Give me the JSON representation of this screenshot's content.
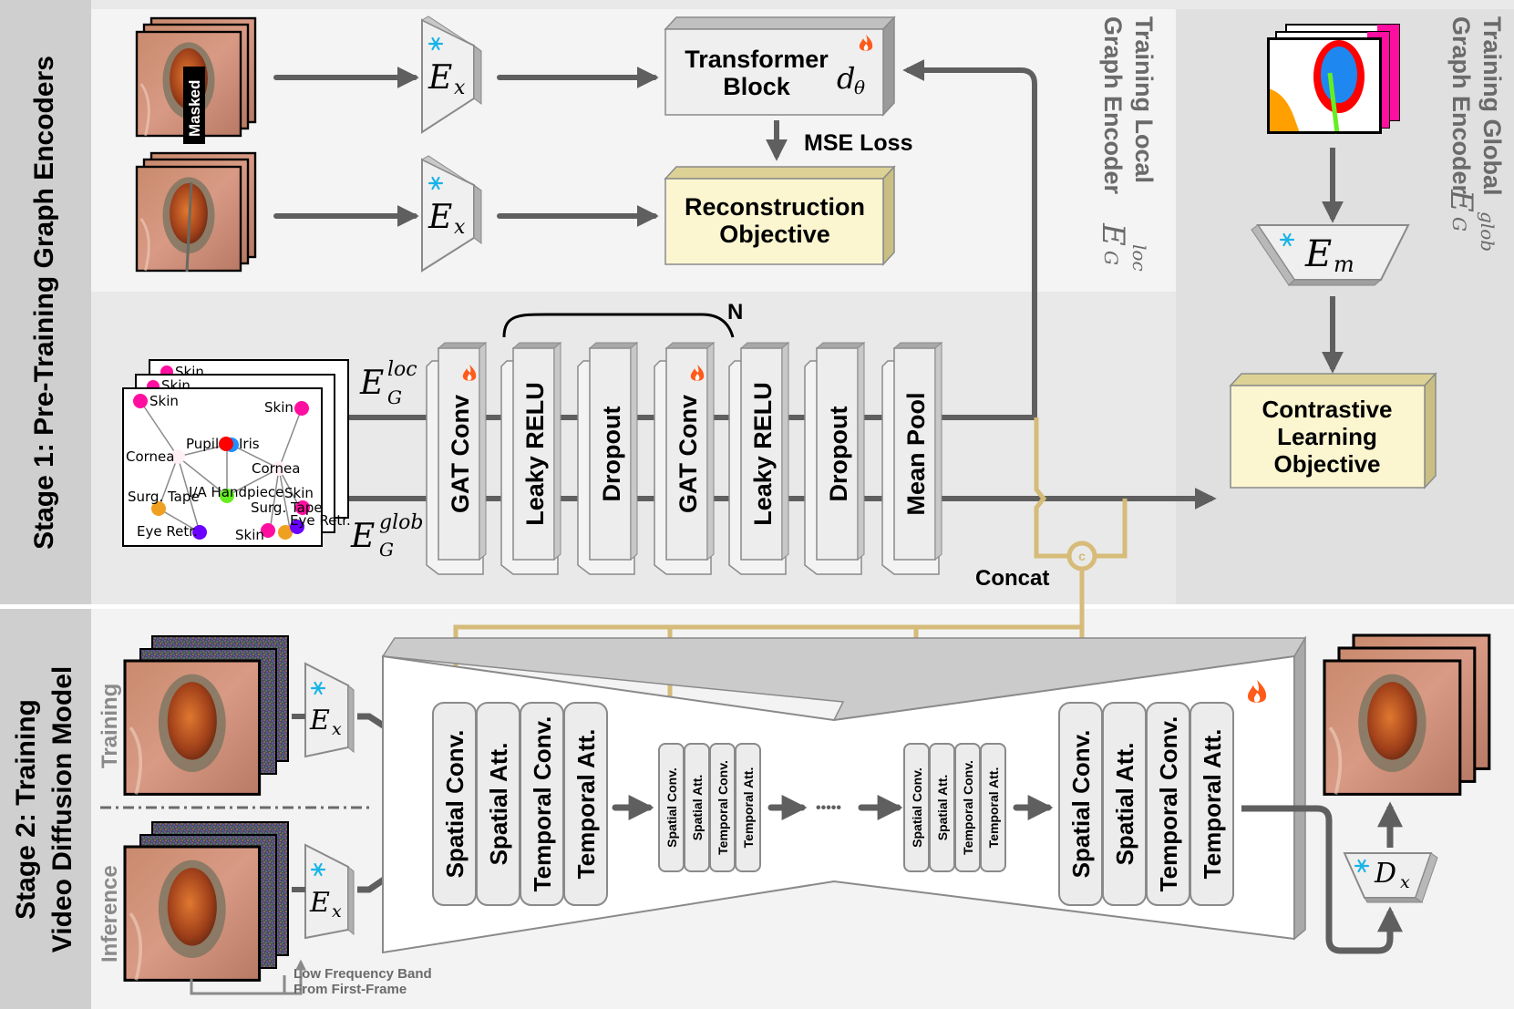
{
  "stage1": {
    "title": "Stage 1: Pre-Training Graph Encoders",
    "local_encoder_label_line1": "Training Local",
    "local_encoder_label_line2": "Graph Encoder",
    "local_encoder_symbol": "E",
    "local_encoder_sup": "loc",
    "local_encoder_sub": "G",
    "global_encoder_label_line1": "Training Global",
    "global_encoder_label_line2": "Graph Encoder",
    "global_encoder_symbol": "E",
    "global_encoder_sup": "glob",
    "global_encoder_sub": "G",
    "masked_label": "Masked",
    "image_encoder": {
      "symbol": "E",
      "sub": "x"
    },
    "transformer_block": {
      "line1": "Transformer",
      "line2": "Block",
      "symbol": "d",
      "sub": "θ"
    },
    "mse_loss": "MSE Loss",
    "reconstruction": {
      "line1": "Reconstruction",
      "line2": "Objective"
    },
    "mask_encoder": {
      "symbol": "E",
      "sub": "m"
    },
    "contrastive": {
      "line1": "Contrastive",
      "line2": "Learning",
      "line3": "Objective"
    },
    "input_loc": {
      "symbol": "E",
      "sup": "loc",
      "sub": "G"
    },
    "input_glob": {
      "symbol": "E",
      "sup": "glob",
      "sub": "G"
    },
    "repeat_label": "N",
    "concat_label": "Concat",
    "concat_symbol": "c",
    "gnn_layers": [
      "GAT Conv",
      "Leaky RELU",
      "Dropout",
      "GAT Conv",
      "Leaky RELU",
      "Dropout",
      "Mean Pool"
    ],
    "gnn_trainable": [
      true,
      false,
      false,
      true,
      false,
      false,
      false
    ],
    "graph_nodes": [
      {
        "label": "Skin",
        "color": "#ff0fa0"
      },
      {
        "label": "Skin",
        "color": "#ff0fa0"
      },
      {
        "label": "Pupil",
        "color": "#ff0000"
      },
      {
        "label": "Iris",
        "color": "#1e90ff"
      },
      {
        "label": "Cornea",
        "color": "#fff0f5"
      },
      {
        "label": "Cornea",
        "color": "#fff0f5"
      },
      {
        "label": "I/A Handpiece",
        "color": "#66ee22"
      },
      {
        "label": "Surg. Tape",
        "color": "#f0a020"
      },
      {
        "label": "Eye Retr.",
        "color": "#6a00ff"
      },
      {
        "label": "Skin",
        "color": "#ff0fa0"
      },
      {
        "label": "Surg. Tape",
        "color": "#f0a020"
      },
      {
        "label": "Skin",
        "color": "#ff0fa0"
      },
      {
        "label": "Eye Retr.",
        "color": "#6a00ff"
      }
    ]
  },
  "stage2": {
    "title_line1": "Stage 2: Training",
    "title_line2": "Video Diffusion Model",
    "training_label": "Training",
    "inference_label": "Inference",
    "image_encoder": {
      "symbol": "E",
      "sub": "x"
    },
    "decoder": {
      "symbol": "D",
      "sub": "x"
    },
    "low_freq_line1": "Low Frequency Band",
    "low_freq_line2": "From First-Frame",
    "unet_blocks": [
      "Spatial Conv.",
      "Spatial Att.",
      "Temporal Conv.",
      "Temporal Att."
    ],
    "ellipsis": "•••••"
  },
  "colors": {
    "arrow": "#5f5f5f",
    "concat": "#d6bb79",
    "objective_fill": "#fbf6d0",
    "freeze": "#18b4e8",
    "fire": "#ff5a1a",
    "stage_band": "#cfcfcf"
  }
}
